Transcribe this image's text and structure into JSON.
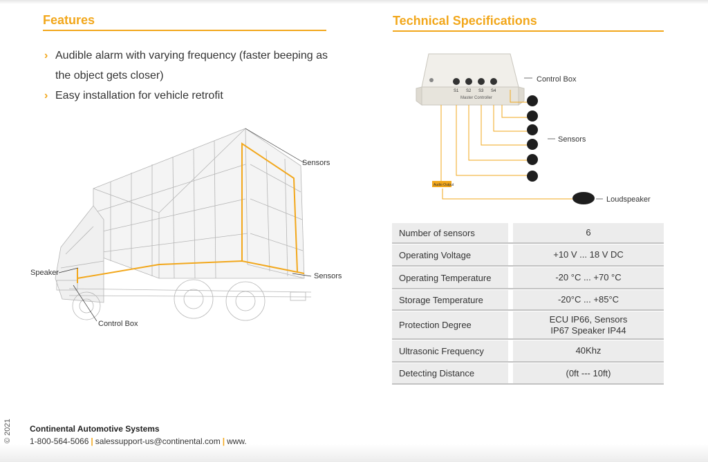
{
  "features": {
    "title": "Features",
    "items": [
      "Audible alarm with varying frequency (faster beeping as the object gets closer)",
      "Easy installation for vehicle retrofit"
    ],
    "illustration_labels": {
      "sensors_top": "Sensors",
      "sensors_side": "Sensors",
      "speaker": "Speaker",
      "control_box": "Control Box"
    }
  },
  "tech_specs": {
    "title": "Technical Specifications",
    "diagram_labels": {
      "control_box": "Control Box",
      "sensors": "Sensors",
      "loudspeaker": "Loudspeaker",
      "audio_output": "Audio Output",
      "master_controller": "Master Controller",
      "ports": [
        "S1",
        "S2",
        "S3",
        "S4"
      ]
    },
    "rows": [
      {
        "label": "Number of sensors",
        "value": "6"
      },
      {
        "label": "Operating Voltage",
        "value": "+10 V ... 18 V DC"
      },
      {
        "label": "Operating Temperature",
        "value": "-20 °C ... +70 °C"
      },
      {
        "label": "Storage Temperature",
        "value": "-20°C ... +85°C"
      },
      {
        "label": "Protection Degree",
        "value": "ECU IP66, Sensors IP67 Speaker IP44"
      },
      {
        "label": "Ultrasonic Frequency",
        "value": "40Khz"
      },
      {
        "label": "Detecting Distance",
        "value": "(0ft --- 10ft)"
      }
    ]
  },
  "footer": {
    "copyright": "© 2021",
    "company": "Continental Automotive Systems",
    "phone": "1-800-564-5066",
    "email": "salessupport-us@continental.com",
    "web": "www."
  },
  "colors": {
    "accent": "#f2a71b",
    "table_bg": "#ececec",
    "text": "#333333"
  }
}
